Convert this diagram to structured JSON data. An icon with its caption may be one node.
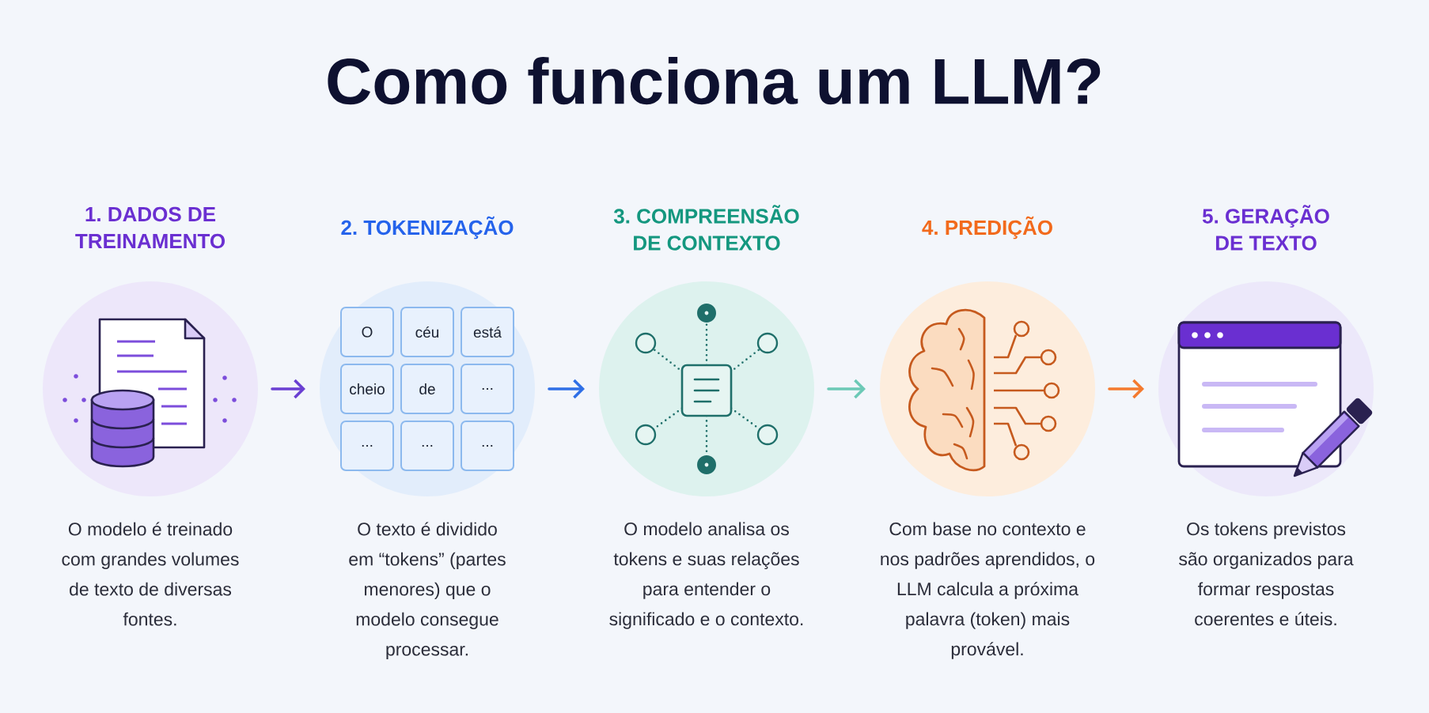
{
  "diagram": {
    "title": "Como funciona um LLM?",
    "nodes": [
      {
        "text": [
          "1. DADOS DE TREINAMENTO",
          "O modelo é treinado com grandes volumes de texto de diversas fontes."
        ]
      },
      {
        "text": [
          "2. TOKENIZAÇÃO",
          "O texto é dividido em “tokens” (partes menores) que o modelo consegue processar."
        ]
      },
      {
        "text": [
          "O"
        ],
        "in": 1
      },
      {
        "text": [
          "céu"
        ],
        "in": 1
      },
      {
        "text": [
          "está"
        ],
        "in": 1
      },
      {
        "text": [
          "cheio"
        ],
        "in": 1
      },
      {
        "text": [
          "de"
        ],
        "in": 1
      },
      {
        "text": [
          "..."
        ],
        "in": 1
      },
      {
        "text": [
          "..."
        ],
        "in": 1
      },
      {
        "text": [
          "..."
        ],
        "in": 1
      },
      {
        "text": [
          "..."
        ],
        "in": 1
      },
      {
        "text": [
          "3. COMPREENSÃO DE CONTEXTO",
          "O modelo analisa os tokens e suas relações para entender o significado e o contexto."
        ]
      },
      {
        "text": [
          "4. PREDIÇÃO",
          "Com base no contexto e nos padrões aprendidos, o LLM calcula a próxima palavra (token) mais provável."
        ]
      },
      {
        "text": [
          "5. GERAÇÃO DE TEXTO",
          "Os tokens previstos são organizados para formar respostas coerentes e úteis."
        ]
      }
    ],
    "edges": [
      {
        "from": 0,
        "to": 1,
        "arrow": "to",
        "color": "#6a3fd2"
      },
      {
        "from": 1,
        "to": 11,
        "arrow": "to",
        "color": "#2f6fe6"
      },
      {
        "from": 11,
        "to": 12,
        "arrow": "to",
        "color": "#6cc9b6"
      },
      {
        "from": 12,
        "to": 13,
        "arrow": "to",
        "color": "#f47a2e"
      }
    ]
  }
}
